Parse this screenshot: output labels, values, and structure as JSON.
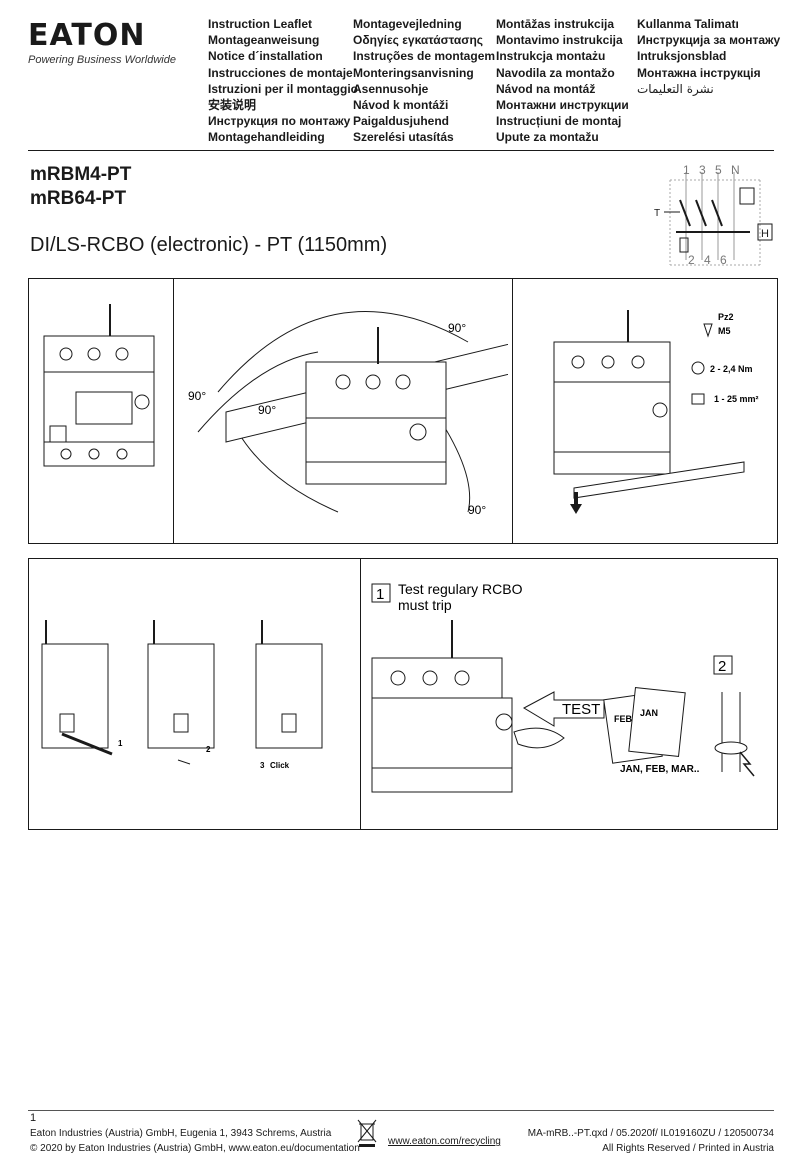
{
  "header": {
    "brand": "EATON",
    "tagline": "Powering Business Worldwide",
    "languages": {
      "col1": [
        "Instruction Leaflet",
        "Montageanweisung",
        "Notice d´installation",
        "Instrucciones de montaje",
        "Istruzioni per il montaggio",
        "安装说明",
        "Инструкция по монтажу",
        "Montagehandleiding"
      ],
      "col2": [
        "Montagevejledning",
        "Οδηγίες εγκατάστασης",
        "Instruções de montagem",
        "Monteringsanvisning",
        "Asennusohje",
        "Návod k montáži",
        "Paigaldusjuhend",
        "Szerelési utasítás"
      ],
      "col3": [
        "Montāžas instrukcija",
        "Montavimo instrukcija",
        "Instrukcja montażu",
        "Navodila za montažo",
        "Návod na montáž",
        "Монтажни инструкции",
        "Instrucțiuni de montaj",
        "Upute za montažu"
      ],
      "col4": [
        "Kullanma Talimatı",
        "Инструкција за монтажу",
        "Intruksjonsblad",
        "Монтажна інструкція",
        "نشرة التعليمات"
      ]
    }
  },
  "product": {
    "model1": "mRBM4-PT",
    "model2": "mRB64-PT",
    "subtitle": "DI/LS-RCBO (electronic) - PT (1150mm)"
  },
  "schematic": {
    "terminals_top": [
      "1",
      "3",
      "5",
      "N"
    ],
    "terminals_bottom": [
      "2",
      "4",
      "6"
    ],
    "test_label": "T",
    "h_label": "H"
  },
  "panel1": {
    "angles": [
      "90°",
      "90°",
      "90°",
      "90°"
    ],
    "tool": "Pz2",
    "screw": "M5",
    "torque": "2 - 2,4 Nm",
    "cable": "1 - 25 mm²"
  },
  "panel2": {
    "steps": [
      "1",
      "2",
      "3"
    ],
    "click": "Click",
    "step1_number": "1",
    "step1_text_line1": "Test regulary RCBO",
    "step1_text_line2": "must trip",
    "test_arrow": "TEST",
    "calendar_a": "FEB",
    "calendar_b": "JAN",
    "months": "JAN, FEB, MAR..",
    "step2_number": "2"
  },
  "footer": {
    "page": "1",
    "left_line1": "Eaton Industries (Austria) GmbH, Eugenia 1, 3943 Schrems, Austria",
    "left_line2": "© 2020 by Eaton Industries (Austria) GmbH, www.eaton.eu/documentation",
    "recycling": "www.eaton.com/recycling",
    "right_line1": "MA-mRB..-PT.qxd / 05.2020f/ IL019160ZU / 120500734",
    "right_line2": "All Rights Reserved / Printed in Austria"
  }
}
